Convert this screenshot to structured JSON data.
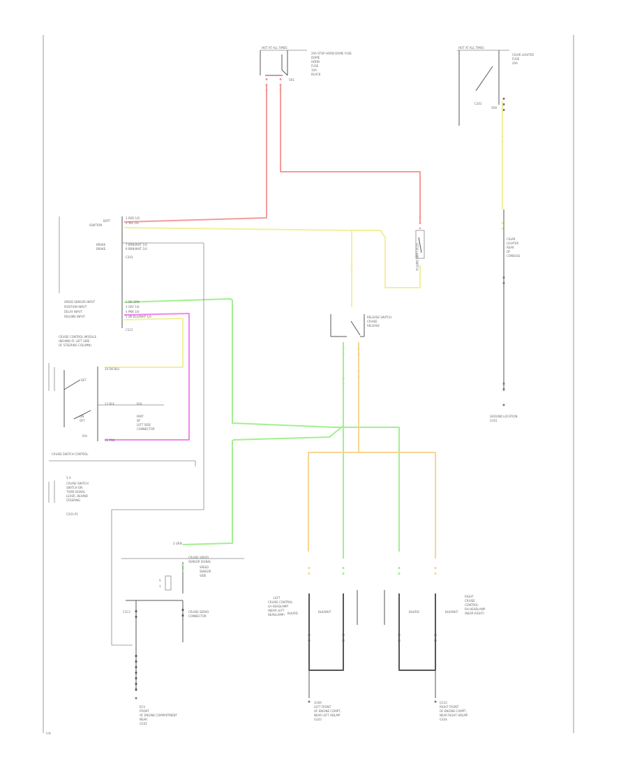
{
  "colors": {
    "red": "#f49a9a",
    "yellow": "#f2f09a",
    "green": "#9ff08c",
    "orange": "#f7d58f",
    "pink": "#f085f0",
    "frame": "#a9a9a9",
    "device": "#555555"
  },
  "labels": {
    "corner_mark": "F/H",
    "hot_top_left": "HOT AT ALL TIMES",
    "hot_top_left_sub": "20A STOP HORN DOME FUSE",
    "hot_top_right": "HOT AT ALL TIMES",
    "hot_top_right_sub": "CIGAR LIGHTER",
    "batt": "BATT",
    "ign": "IGNITION",
    "brake1": "BRAKE",
    "brake2": "BRAKE",
    "cruise_module": "CRUISE CONTROL MODULE",
    "stop_switch": "STOP LAMP SWITCH",
    "cruise_switch": "CRUISE SWITCH",
    "lh_headlamp": "LH HEADLAMP",
    "rh_headlamp": "RH HEADLAMP",
    "release_switch": "RELEASE SWITCH",
    "ground_left": "G102",
    "ground_mid": "G103",
    "ground_right": "G104",
    "ground_far_right": "G101"
  }
}
